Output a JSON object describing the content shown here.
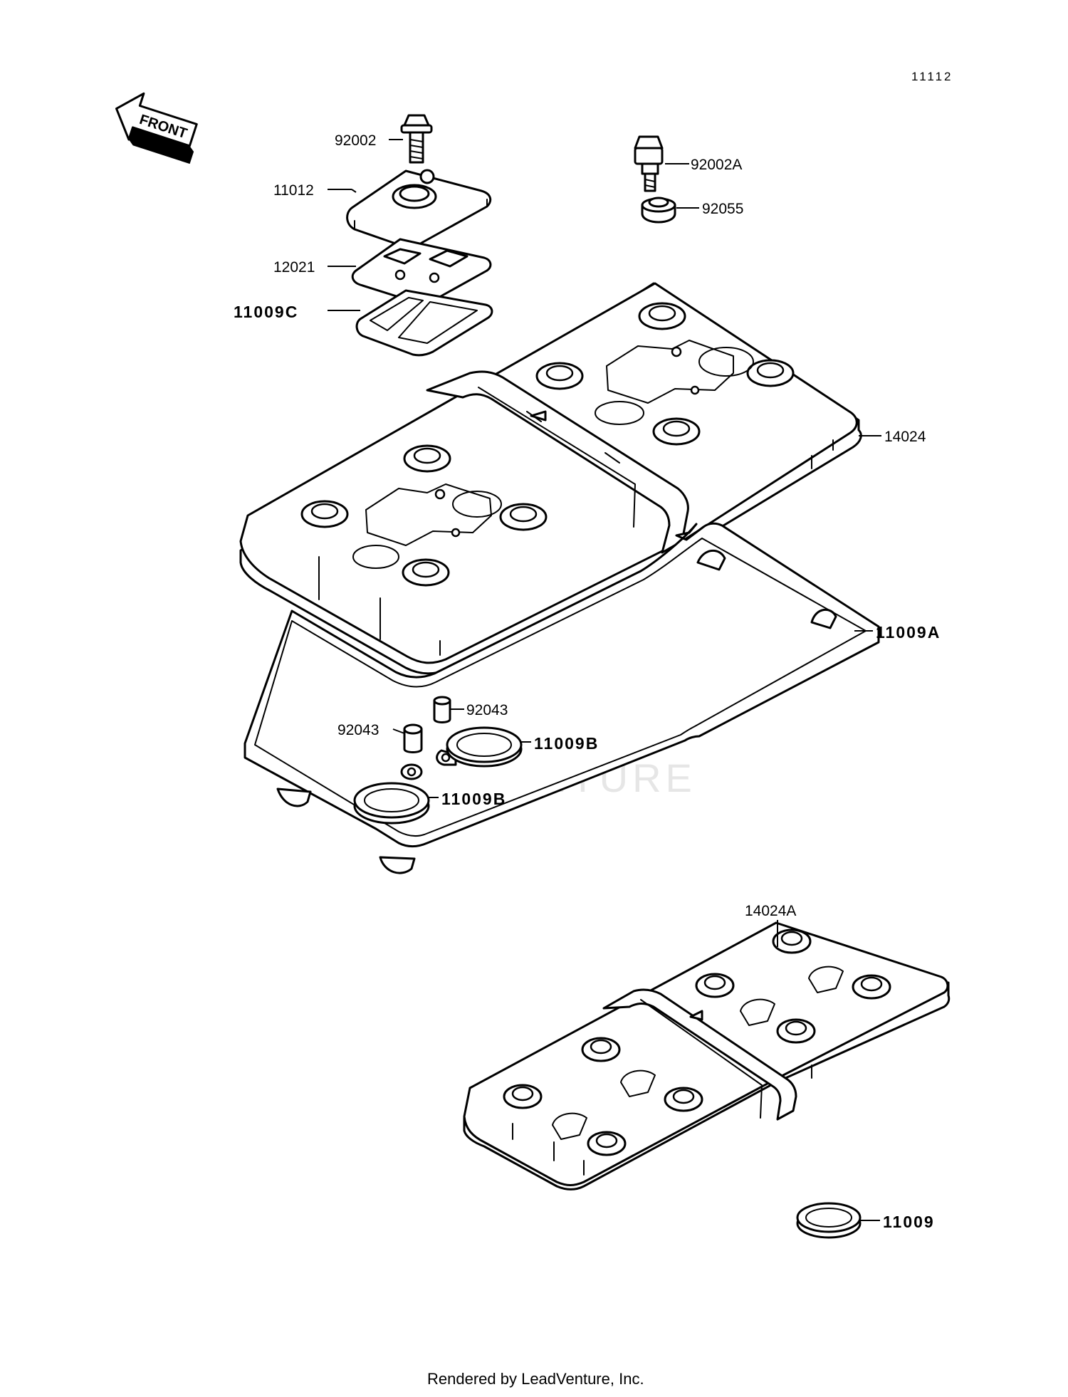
{
  "diagram_code": "11112",
  "front_arrow_label": "FRONT",
  "watermark": "LEADVENTURE",
  "footer": "Rendered by LeadVenture, Inc.",
  "colors": {
    "line": "#000000",
    "background": "#ffffff",
    "watermark": "#e6e6e6"
  },
  "parts": [
    {
      "id": "92002",
      "bold": false
    },
    {
      "id": "92002A",
      "bold": false
    },
    {
      "id": "92055",
      "bold": false
    },
    {
      "id": "11012",
      "bold": false
    },
    {
      "id": "12021",
      "bold": false
    },
    {
      "id": "11009C",
      "bold": true
    },
    {
      "id": "14024",
      "bold": false
    },
    {
      "id": "11009A",
      "bold": true
    },
    {
      "id": "92043",
      "bold": false
    },
    {
      "id": "92043",
      "bold": false
    },
    {
      "id": "11009B",
      "bold": true
    },
    {
      "id": "11009B",
      "bold": true
    },
    {
      "id": "14024A",
      "bold": false
    },
    {
      "id": "11009",
      "bold": true
    }
  ]
}
